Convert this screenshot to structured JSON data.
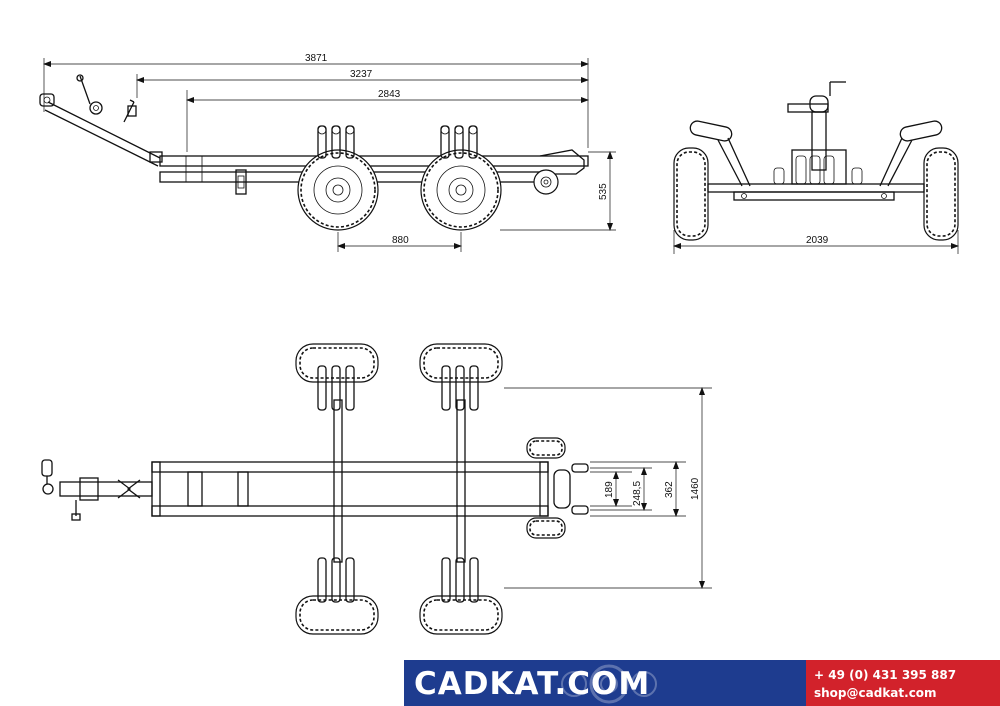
{
  "drawing": {
    "side_view": {
      "dims": {
        "overall_length": "3871",
        "coupling_to_rear": "3237",
        "frame_length": "2843",
        "axle_spacing": "880",
        "height": "535"
      }
    },
    "rear_view": {
      "dims": {
        "overall_width": "2039"
      }
    },
    "top_view": {
      "dims": {
        "inner_1": "189",
        "inner_2": "248,5",
        "frame_width": "362",
        "wheel_track": "1460"
      }
    }
  },
  "footer": {
    "brand": "CADKAT.COM",
    "phone": "+ 49 (0) 431 395 887",
    "email": "shop@cadkat.com",
    "colors": {
      "band_blue": "#1e3c8f",
      "band_red": "#d2222b",
      "text": "#ffffff"
    }
  }
}
